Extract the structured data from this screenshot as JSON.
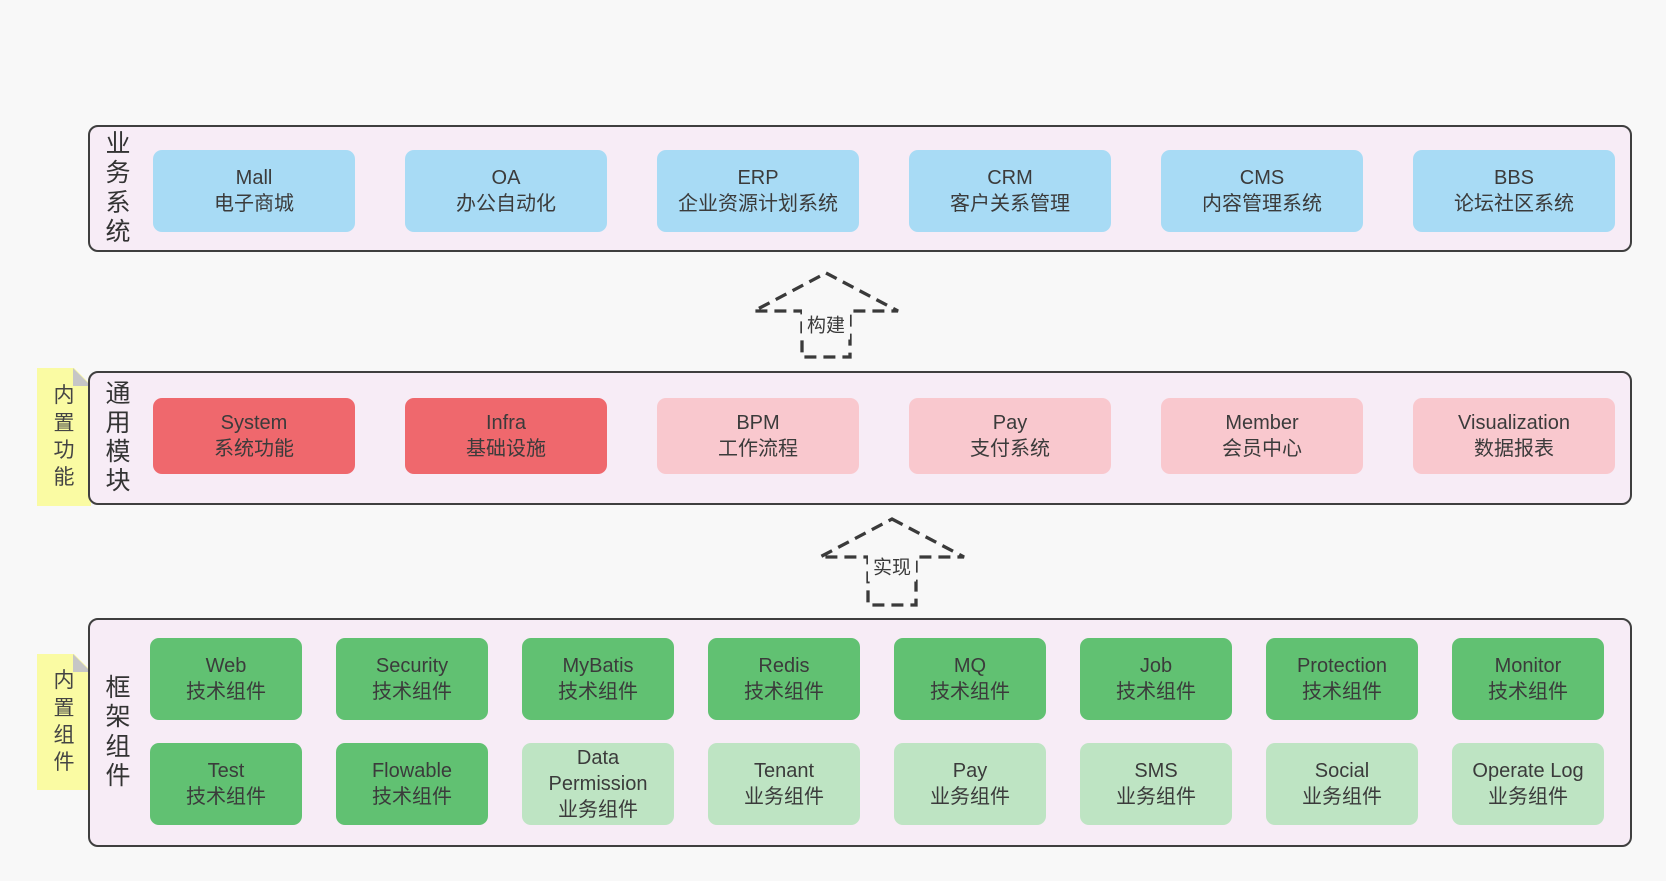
{
  "colors": {
    "background": "#f8f8f8",
    "container_bg": "#f7ecf6",
    "container_border": "#3f3f3f",
    "blue_box": "#a8dbf5",
    "red_box": "#ef686d",
    "pink_box": "#f9c8ce",
    "green_box": "#61c172",
    "light_green_box": "#bee4c3",
    "note_yellow": "#fafba3"
  },
  "layers": {
    "business": {
      "label": "业务系统",
      "boxes": [
        {
          "title": "Mall",
          "subtitle": "电子商城"
        },
        {
          "title": "OA",
          "subtitle": "办公自动化"
        },
        {
          "title": "ERP",
          "subtitle": "企业资源计划系统"
        },
        {
          "title": "CRM",
          "subtitle": "客户关系管理"
        },
        {
          "title": "CMS",
          "subtitle": "内容管理系统"
        },
        {
          "title": "BBS",
          "subtitle": "论坛社区系统"
        }
      ]
    },
    "modules": {
      "label": "通用模块",
      "note": "内置功能",
      "boxes": [
        {
          "title": "System",
          "subtitle": "系统功能"
        },
        {
          "title": "Infra",
          "subtitle": "基础设施"
        },
        {
          "title": "BPM",
          "subtitle": "工作流程"
        },
        {
          "title": "Pay",
          "subtitle": "支付系统"
        },
        {
          "title": "Member",
          "subtitle": "会员中心"
        },
        {
          "title": "Visualization",
          "subtitle": "数据报表"
        }
      ]
    },
    "components": {
      "label": "框架组件",
      "note": "内置组件",
      "row1": [
        {
          "title": "Web",
          "subtitle": "技术组件"
        },
        {
          "title": "Security",
          "subtitle": "技术组件"
        },
        {
          "title": "MyBatis",
          "subtitle": "技术组件"
        },
        {
          "title": "Redis",
          "subtitle": "技术组件"
        },
        {
          "title": "MQ",
          "subtitle": "技术组件"
        },
        {
          "title": "Job",
          "subtitle": "技术组件"
        },
        {
          "title": "Protection",
          "subtitle": "技术组件"
        },
        {
          "title": "Monitor",
          "subtitle": "技术组件"
        }
      ],
      "row2": [
        {
          "title": "Test",
          "subtitle": "技术组件"
        },
        {
          "title": "Flowable",
          "subtitle": "技术组件"
        },
        {
          "title": "Data Permission",
          "subtitle": "业务组件"
        },
        {
          "title": "Tenant",
          "subtitle": "业务组件"
        },
        {
          "title": "Pay",
          "subtitle": "业务组件"
        },
        {
          "title": "SMS",
          "subtitle": "业务组件"
        },
        {
          "title": "Social",
          "subtitle": "业务组件"
        },
        {
          "title": "Operate Log",
          "subtitle": "业务组件"
        }
      ]
    }
  },
  "arrows": {
    "build": {
      "label": "构建"
    },
    "implement": {
      "label": "实现"
    }
  }
}
